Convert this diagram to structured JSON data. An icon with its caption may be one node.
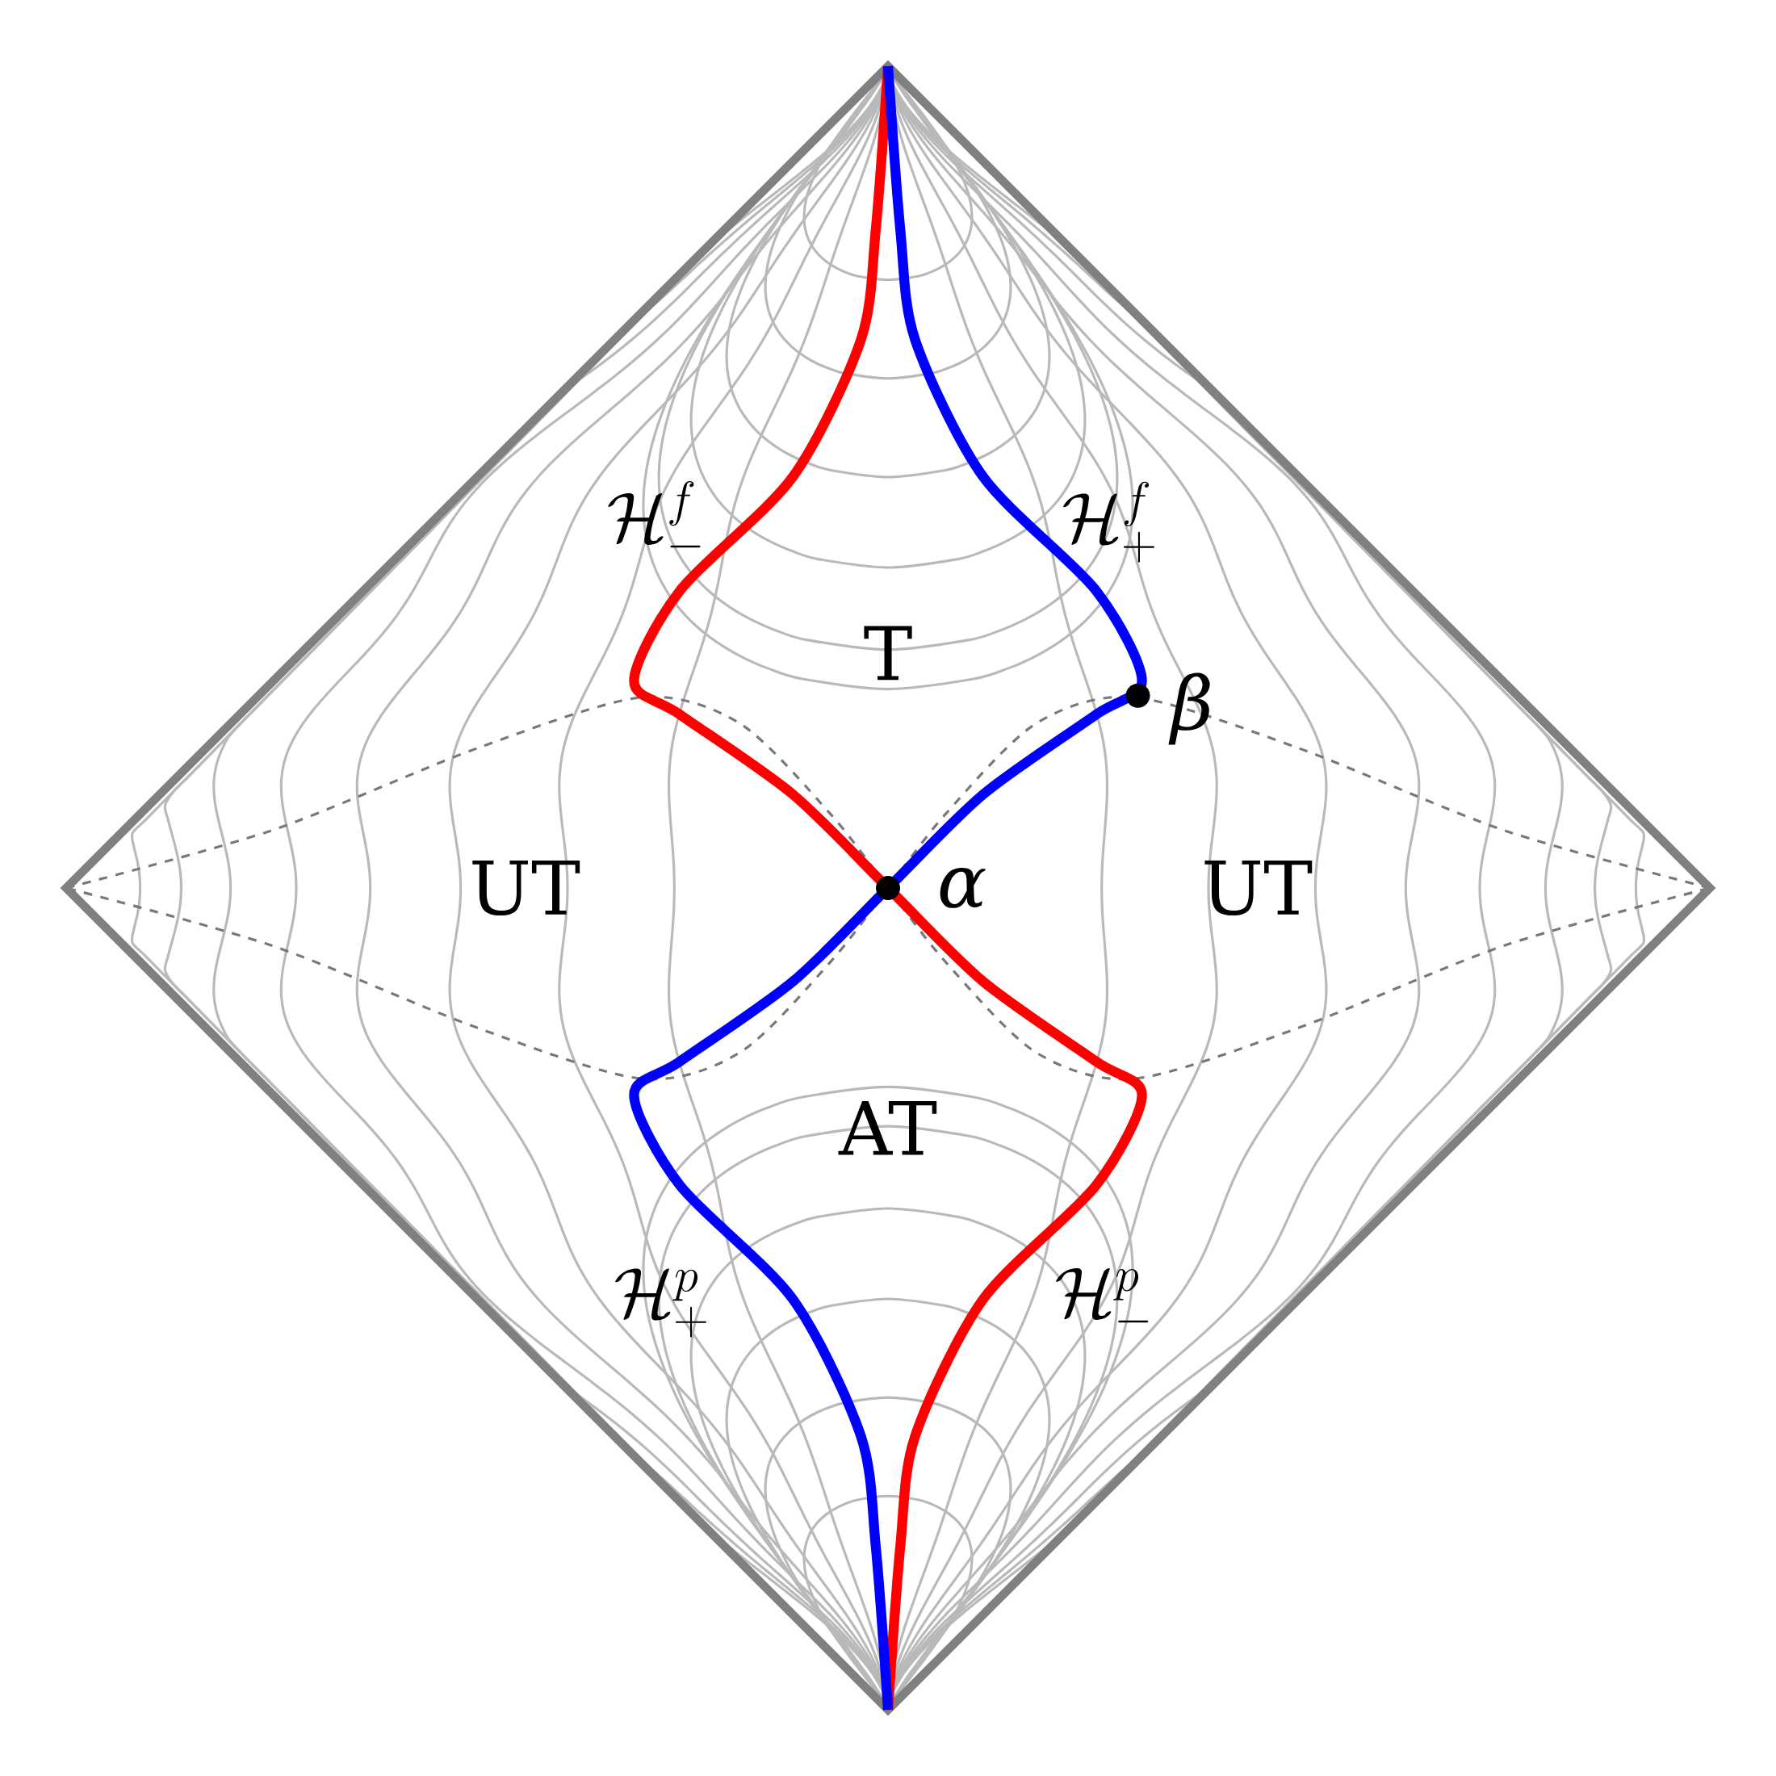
{
  "diagram": {
    "labels": [
      "\\mathcal{H}^{f}_{-}",
      "\\mathcal{H}^{f}_{+}",
      "T",
      "β",
      "UT",
      "α",
      "UT",
      "AT",
      "\\mathcal{H}^{p}_{+}",
      "\\mathcal{H}^{p}_{-}"
    ]
  }
}
